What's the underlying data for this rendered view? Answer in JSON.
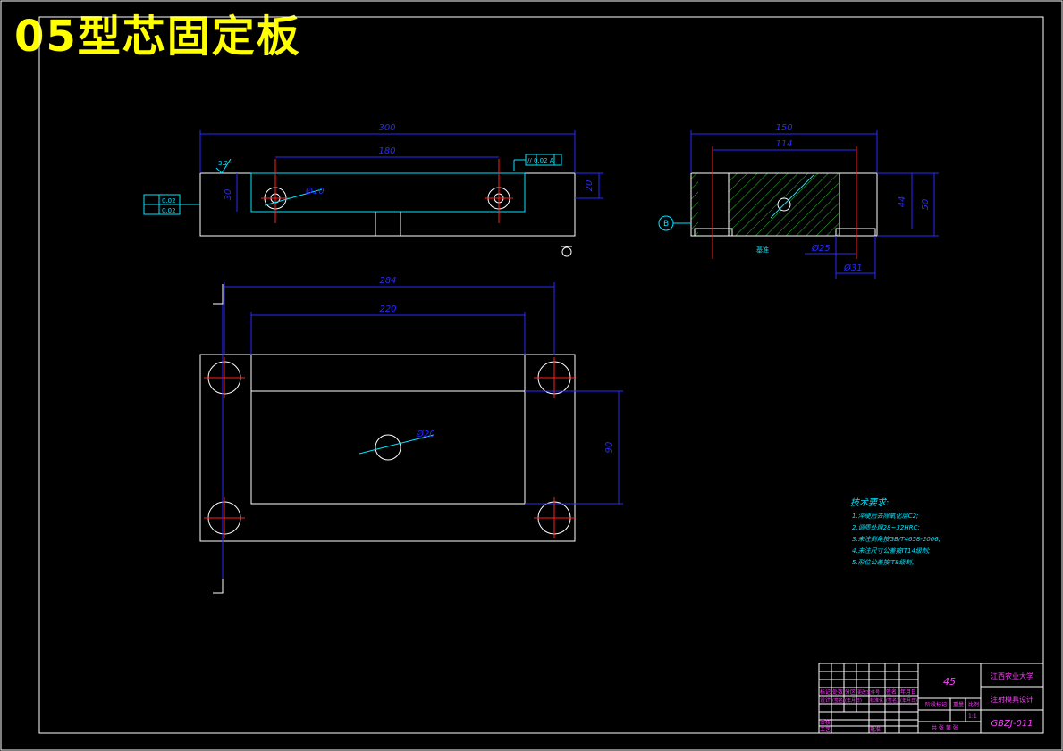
{
  "title": "05型芯固定板",
  "dimensions": {
    "front_total_width": "300",
    "front_hole_spacing": "180",
    "front_height": "30",
    "front_depth_right": "20",
    "front_hole_dia": "Ø10",
    "side_total_width": "150",
    "side_inner_width": "114",
    "side_height_inner": "44",
    "side_height_total": "50",
    "side_bore_inner": "Ø25",
    "side_bore_outer": "Ø31",
    "top_outer_width": "284",
    "top_pocket_width": "220",
    "top_pocket_height": "90",
    "top_center_hole": "Ø20"
  },
  "symbols": {
    "roughness": "3.2",
    "tolerance_frame": "// 0.02 A",
    "section_b_label": "B",
    "side_datum": "基准",
    "position_frame_top": "0.02",
    "position_frame_bottom": "0.02"
  },
  "tech_requirements": {
    "heading": "技术要求:",
    "items": [
      "1.淬硬后去除氧化层C2;",
      "2.调质处理28~32HRC;",
      "3.未注倒角按GB/T4658-2006;",
      "4.未注尺寸公差按IT14级制;",
      "5.形位公差按IT8级制。"
    ]
  },
  "title_block": {
    "material": "45",
    "school": "江西农业大学",
    "part_name": "注射模具设计",
    "drawing_no": "GBZJ-011",
    "scale": "1:1",
    "stage_label": "阶段标记",
    "weight_label": "重量",
    "scale_label": "比例",
    "bottom_note": "共 张 第 张",
    "row_labels": [
      "标记",
      "处数",
      "分区",
      "更改文件号",
      "签名",
      "年月日"
    ],
    "row_labels2": [
      "设计",
      "(签名)",
      "(年月日)",
      "标准化",
      "(签名)",
      "(年月日)"
    ],
    "review_label": "审核",
    "process_label": "工艺",
    "approve_label": "批准"
  }
}
